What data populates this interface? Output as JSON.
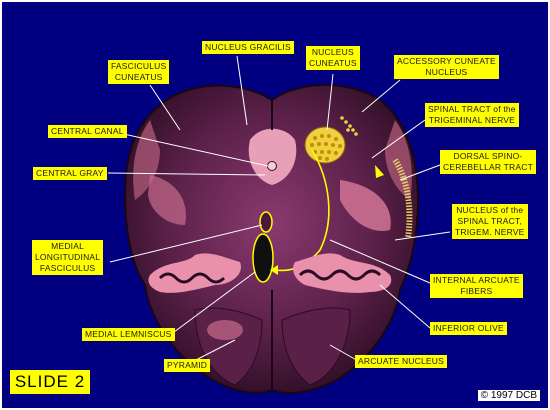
{
  "slide_label": "SLIDE 2",
  "copyright": "1997  DCB",
  "labels": {
    "nucleus_gracilis": "NUCLEUS GRACILIS",
    "nucleus_cuneatus": "NUCLEUS\nCUNEATUS",
    "accessory_cuneate": "ACCESSORY CUNEATE\nNUCLEUS",
    "fasciculus_cuneatus": "FASCICULUS\nCUNEATUS",
    "central_canal": "CENTRAL CANAL",
    "spinal_tract": "SPINAL TRACT of the\nTRIGEMINAL NERVE",
    "central_gray": "CENTRAL GRAY",
    "dorsal_spinocerebellar": "DORSAL SPINO-\nCEREBELLAR TRACT",
    "nucleus_spinal_tract": "NUCLEUS of the\nSPINAL TRACT,\nTRIGEM. NERVE",
    "medial_longitudinal": "MEDIAL\nLONGITUDINAL\nFASCICULUS",
    "internal_arcuate": "INTERNAL ARCUATE\nFIBERS",
    "inferior_olive": "INFERIOR OLIVE",
    "medial_lemniscus": "MEDIAL LEMNISCUS",
    "pyramid": "PYRAMID",
    "arcuate_nucleus": "ARCUATE NUCLEUS"
  },
  "colors": {
    "background": "#000080",
    "label_fill": "#ffff00",
    "tissue_dark": "#3a1430",
    "tissue_light": "#d97a9a",
    "leader_line": "#ffffff"
  }
}
